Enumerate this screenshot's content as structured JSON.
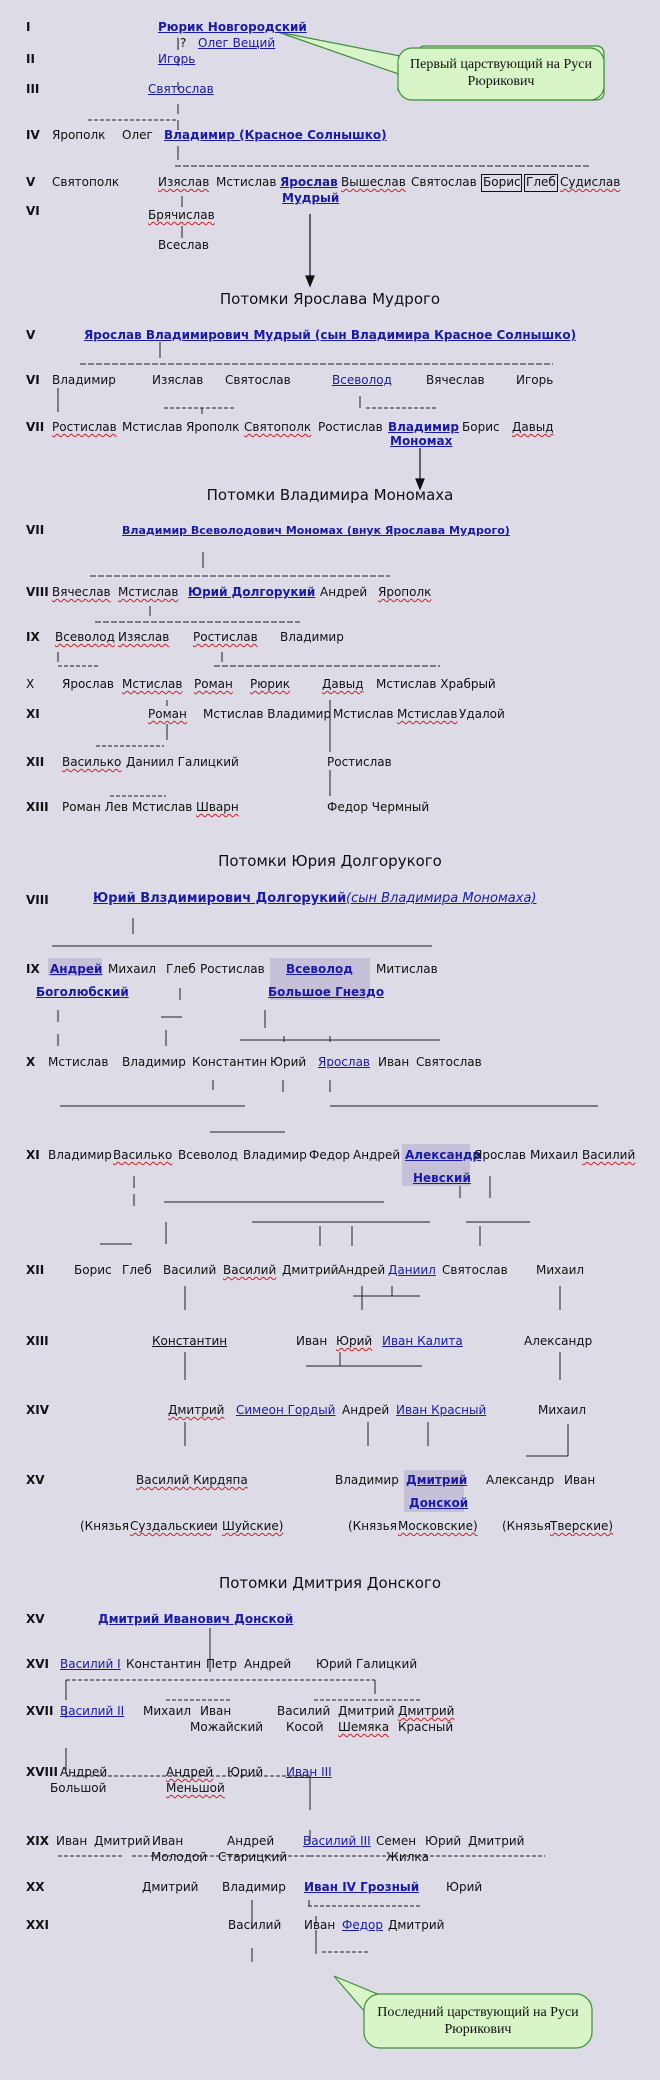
{
  "callouts": {
    "first": "Первый царствующий на Руси Рюрикович",
    "last": "Последний царствующий на Руси Рюрикович"
  },
  "sections": [
    "Потомки Ярослава Мудрого",
    "Потомки Владимира Мономаха",
    "Потомки Юрия Долгорукого",
    "Потомки Дмитрия Донского"
  ],
  "colors": {
    "background": "#dcdbe6",
    "link": "#1a1aa8",
    "callout_fill": "#d7f5c6",
    "callout_border": "#3f8f3f",
    "highlight": "#c6bfd8"
  },
  "labels": [
    "I",
    "II",
    "III",
    "IV",
    "V",
    "VI",
    "Рюрик Новгородский",
    "|?",
    "Олег Вещий",
    "Игорь",
    "Святослав",
    "Ярополк",
    "Олег",
    "Владимир (Красное Солнышко)",
    "Святополк",
    "Изяслав",
    "Мстислав",
    "Ярослав",
    "Мудрый",
    "Вышеслав",
    "Святослав",
    "Борис",
    "Глеб",
    "Судислав",
    "Брячислав",
    "Всеслав",
    "V",
    "Ярослав Владимирович Мудрый (сын Владимира Красное Солнышко)",
    "VI",
    "Владимир",
    "Изяслав",
    "Святослав",
    "Всеволод",
    "Вячеслав",
    "Игорь",
    "VII",
    "Ростислав",
    "Мстислав",
    "Ярополк",
    "Святополк",
    "Ростислав",
    "Владимир",
    "Мономах",
    "Борис",
    "Давыд",
    "VII",
    "Владимир Всеволодович Мономах (внук Ярослава Мудрого)",
    "VIII",
    "Вячеслав",
    "Мстислав",
    "Юрий Долгорукий",
    "Андрей",
    "Ярополк",
    "IX",
    "Всеволод",
    "Изяслав",
    "Ростислав",
    "Владимир",
    "X",
    "Ярослав",
    "Мстислав",
    "Роман",
    "Рюрик",
    "Давыд",
    "Мстислав Храбрый",
    "XI",
    "Роман",
    "Мстислав Владимир",
    "Мстислав",
    "Мстислав",
    "Удалой",
    "XII",
    "Василько",
    "Даниил Галицкий",
    "Ростислав",
    "XIII",
    "Роман Лев Мстислав",
    "Шварн",
    "Федор Чермный",
    "VIII",
    "Юрий Влздимирович Долгорукий",
    "(сын Владимира Мономаха)",
    "IX",
    "Андрей",
    "Михаил",
    "Глеб",
    "Ростислав",
    "Всеволод",
    "Митислав",
    "Боголюбский",
    "Большое Гнездо",
    "X",
    "Мстислав",
    "Владимир",
    "Константин",
    "Юрий",
    "Ярослав",
    "Иван",
    "Святослав",
    "XI",
    "Владимир",
    "Василько",
    "Всеволод",
    "Владимир",
    "Федор",
    "Андрей",
    "Александр",
    "Ярослав",
    "Михаил",
    "Василий",
    "Невский",
    "XII",
    "Борис",
    "Глеб",
    "Василий",
    "Василий",
    "Дмитрий",
    "Андрей",
    "Даниил",
    "Святослав",
    "Михаил",
    "XIII",
    "Константин",
    "Иван",
    "Юрий",
    "Иван Калита",
    "Александр",
    "XIV",
    "Дмитрий",
    "Симеон Гордый",
    "Андрей",
    "Иван Красный",
    "Михаил",
    "XV",
    "Василий Кирдяпа",
    "Владимир",
    "Дмитрий",
    "Донской",
    "Александр",
    "Иван",
    "(Князья",
    "Суздальские",
    "и",
    "Шуйские)",
    "(Князья",
    "Московские)",
    "(Князья",
    "Тверские)",
    "XV",
    "Дмитрий Иванович Донской",
    "XVI",
    "Василий I",
    "Константин",
    "Петр",
    "Андрей",
    "Юрий Галицкий",
    "XVII",
    "Василий II",
    "Михаил",
    "Иван",
    "Можайский",
    "Василий",
    "Косой",
    "Дмитрий",
    "Шемяка",
    "Дмитрий",
    "Красный",
    "XVIII",
    "Андрей",
    "Большой",
    "Андрей",
    "Меньшой",
    "Юрий",
    "Иван III",
    "XIX",
    "Иван",
    "Дмитрий",
    "Иван",
    "Молодой",
    "Андрей",
    "Старицкий",
    "Василий III",
    "Семен",
    "Жилка",
    "Юрий",
    "Дмитрий",
    "XX",
    "Дмитрий",
    "Владимир",
    "Иван IV Грозный",
    "Юрий",
    "XXI",
    "Василий",
    "Иван",
    "Федор",
    "Дмитрий"
  ]
}
